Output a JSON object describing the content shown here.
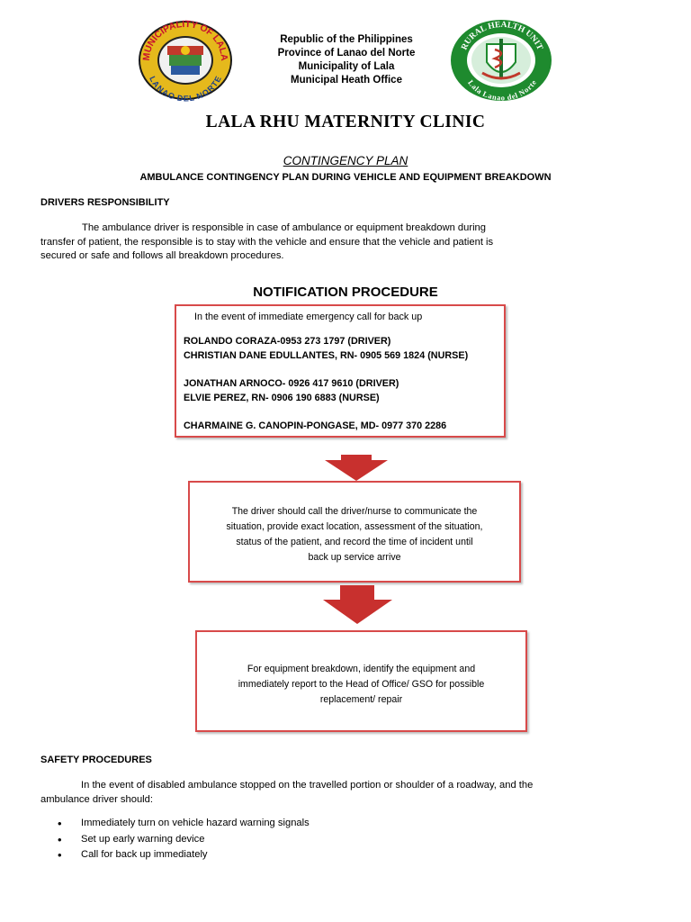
{
  "header": {
    "left_seal": {
      "top_text": "MUNICIPALITY OF LALA",
      "bottom_text": "LANAO DEL NORTE"
    },
    "right_seal": {
      "top_text": "RURAL HEALTH UNIT",
      "bottom_text": "Lala Lanao del Norte"
    },
    "lines": [
      "Republic of the Philippines",
      "Province of Lanao del Norte",
      "Municipality of Lala",
      "Municipal Heath Office"
    ]
  },
  "clinic_name": "LALA RHU MATERNITY CLINIC",
  "plan_label": "CONTINGENCY PLAN",
  "plan_subtitle": "AMBULANCE CONTINGENCY PLAN DURING VEHICLE AND EQUIPMENT BREAKDOWN",
  "drivers": {
    "heading": "DRIVERS RESPONSIBILITY",
    "lines": [
      "The ambulance driver is responsible in case of ambulance or equipment breakdown during",
      "transfer of patient, the responsible is to stay with the vehicle and ensure that the vehicle and patient is",
      "secured or safe and follows all breakdown procedures."
    ]
  },
  "notification": {
    "title": "NOTIFICATION PROCEDURE",
    "intro": "In the event of immediate emergency call for back up",
    "contacts": [
      "ROLANDO CORAZA-0953 273 1797 (DRIVER)",
      "CHRISTIAN DANE EDULLANTES, RN- 0905 569 1824  (NURSE)",
      "JONATHAN ARNOCO- 0926 417 9610 (DRIVER)",
      "ELVIE PEREZ, RN- 0906 190 6883 (NURSE)",
      "CHARMAINE G. CANOPIN-PONGASE, MD- 0977 370 2286"
    ],
    "step2_lines": [
      "The driver should call the driver/nurse to communicate the",
      "situation, provide exact location, assessment of the situation,",
      "status of the patient, and record the time of incident until",
      "back up service arrive"
    ],
    "step3_lines": [
      "For equipment breakdown, identify the equipment and",
      "immediately report to the Head of Office/ GSO for possible",
      "replacement/ repair"
    ]
  },
  "safety": {
    "heading": "SAFETY PROCEDURES",
    "lines": [
      "In the event of disabled ambulance stopped on the travelled portion or shoulder of a roadway, and the",
      "ambulance driver should:"
    ],
    "bullets": [
      "Immediately turn on vehicle hazard warning signals",
      "Set up early warning device",
      "Call for back up immediately"
    ]
  },
  "colors": {
    "box_border": "#d84a4a",
    "arrow": "#c8302e",
    "seal_left_ring": "#e2b51b",
    "seal_right_ring": "#1e8a2e"
  }
}
